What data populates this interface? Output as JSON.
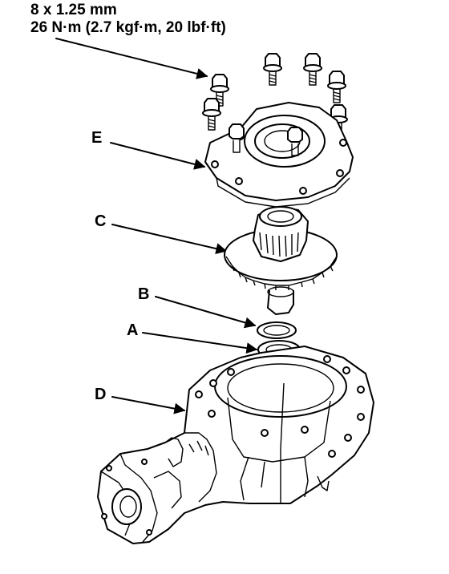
{
  "spec": {
    "line1": "8 x 1.25 mm",
    "line2": "26 N·m (2.7 kgf·m, 20 lbf·ft)"
  },
  "labels": {
    "e": "E",
    "c": "C",
    "b": "B",
    "a": "A",
    "d": "D"
  }
}
